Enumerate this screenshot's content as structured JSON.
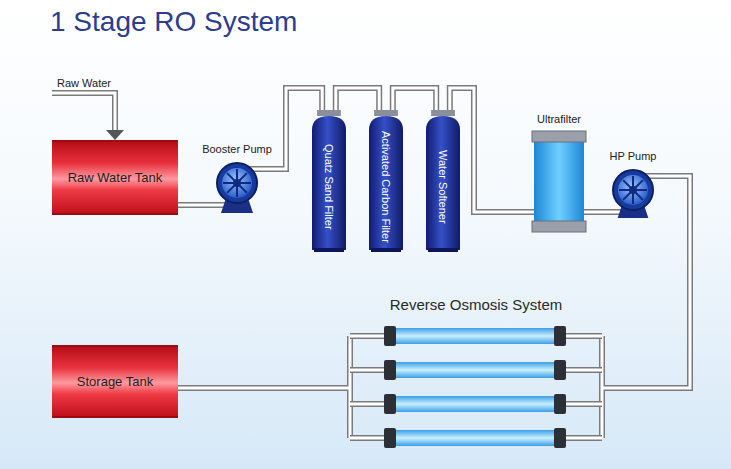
{
  "diagram": {
    "title": "1 Stage RO System",
    "nodes": [
      {
        "text": [
          "Raw Water Tank"
        ]
      },
      {
        "text": [
          "Booster Pump"
        ]
      },
      {
        "text": [
          "Quatz Sand Filter"
        ]
      },
      {
        "text": [
          "Activated Carbon Filter"
        ]
      },
      {
        "text": [
          "Water Softener"
        ]
      },
      {
        "text": [
          "Ultrafilter"
        ]
      },
      {
        "text": [
          "HP Pump"
        ]
      },
      {
        "text": [
          "Reverse Osmosis System"
        ]
      },
      {
        "text": [
          "Storage Tank"
        ]
      }
    ],
    "edges": [
      {
        "from": 0,
        "to": 1,
        "arrow": "none"
      },
      {
        "from": 1,
        "to": 2,
        "arrow": "none"
      },
      {
        "from": 2,
        "to": 3,
        "arrow": "none"
      },
      {
        "from": 3,
        "to": 4,
        "arrow": "none"
      },
      {
        "from": 4,
        "to": 5,
        "arrow": "none"
      },
      {
        "from": 5,
        "to": 6,
        "arrow": "none"
      },
      {
        "from": 6,
        "to": 7,
        "arrow": "none"
      },
      {
        "from": 7,
        "to": 8,
        "arrow": "none"
      }
    ],
    "labels": [
      "Raw Water"
    ]
  }
}
